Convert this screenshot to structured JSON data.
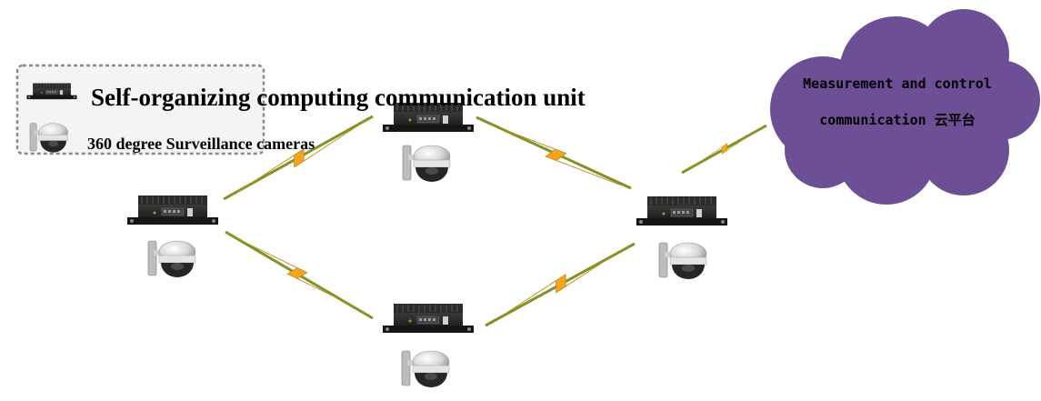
{
  "legend": {
    "unit_label": "Self-organizing computing communication unit",
    "camera_label": "360 degree Surveillance cameras",
    "unit_icon": "communication-unit-icon",
    "camera_icon": "dome-camera-icon"
  },
  "cloud": {
    "line1": "Measurement and control",
    "line2": "communication 云平台",
    "color": "#6d4f96"
  },
  "nodes": [
    "node-left",
    "node-top",
    "node-right",
    "node-bottom"
  ],
  "links": [
    "left-top",
    "left-bottom",
    "top-right",
    "bottom-right",
    "right-cloud"
  ],
  "colors": {
    "bolt": "#f5a51b",
    "line": "#7f9426",
    "device": "#1c1c1c",
    "legend_border": "#8a8a8a"
  }
}
